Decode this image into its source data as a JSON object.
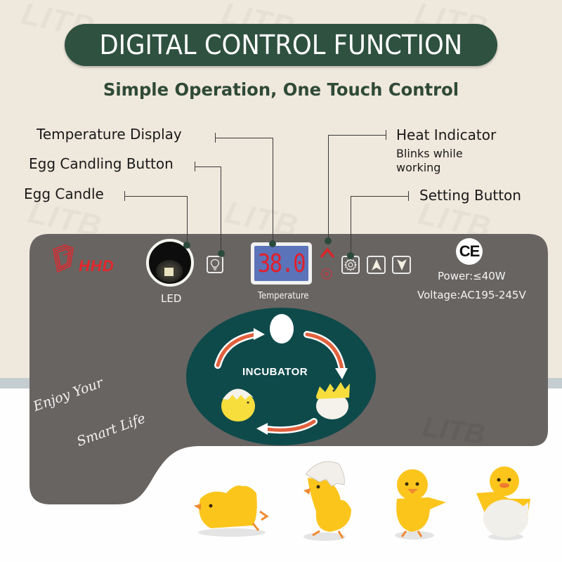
{
  "header": {
    "title": "DIGITAL CONTROL FUNCTION",
    "subtitle": "Simple Operation, One Touch Control"
  },
  "callouts": {
    "temperature_display": "Temperature Display",
    "egg_candling_button": "Egg Candling Button",
    "egg_candle": "Egg Candle",
    "heat_indicator": "Heat Indicator",
    "heat_indicator_note_line1": "Blinks while",
    "heat_indicator_note_line2": "working",
    "setting_button": "Setting Button"
  },
  "panel": {
    "brand": "HHD",
    "led_label": "LED",
    "display_value": "38.0",
    "display_label": "Temperature",
    "certification": "CE",
    "power": "Power:≤40W",
    "voltage": "Voltage:AC195-245V",
    "center_label": "INCUBATOR",
    "slogan_line1": "Enjoy Your",
    "slogan_line2": "Smart Life",
    "buttons": [
      {
        "name": "candling",
        "icon": "lightbulb-icon"
      },
      {
        "name": "setting",
        "icon": "gear-icon"
      },
      {
        "name": "up",
        "icon": "arrow-up-icon"
      },
      {
        "name": "down",
        "icon": "arrow-down-icon"
      }
    ],
    "indicators": [
      {
        "name": "heat",
        "icon": "heat-icon"
      },
      {
        "name": "status",
        "icon": "circle-indicator-icon"
      }
    ]
  },
  "watermark": "LITB",
  "colors": {
    "title_green": "#2f5140",
    "panel_gray": "#686462",
    "display_blue": "#5b73b8",
    "display_red": "#e0202c",
    "oval_teal": "#0f4a4b",
    "arrow_orange": "#e2603c",
    "chick_yellow": "#fbc51c",
    "background_beige": "#efe8dc"
  }
}
